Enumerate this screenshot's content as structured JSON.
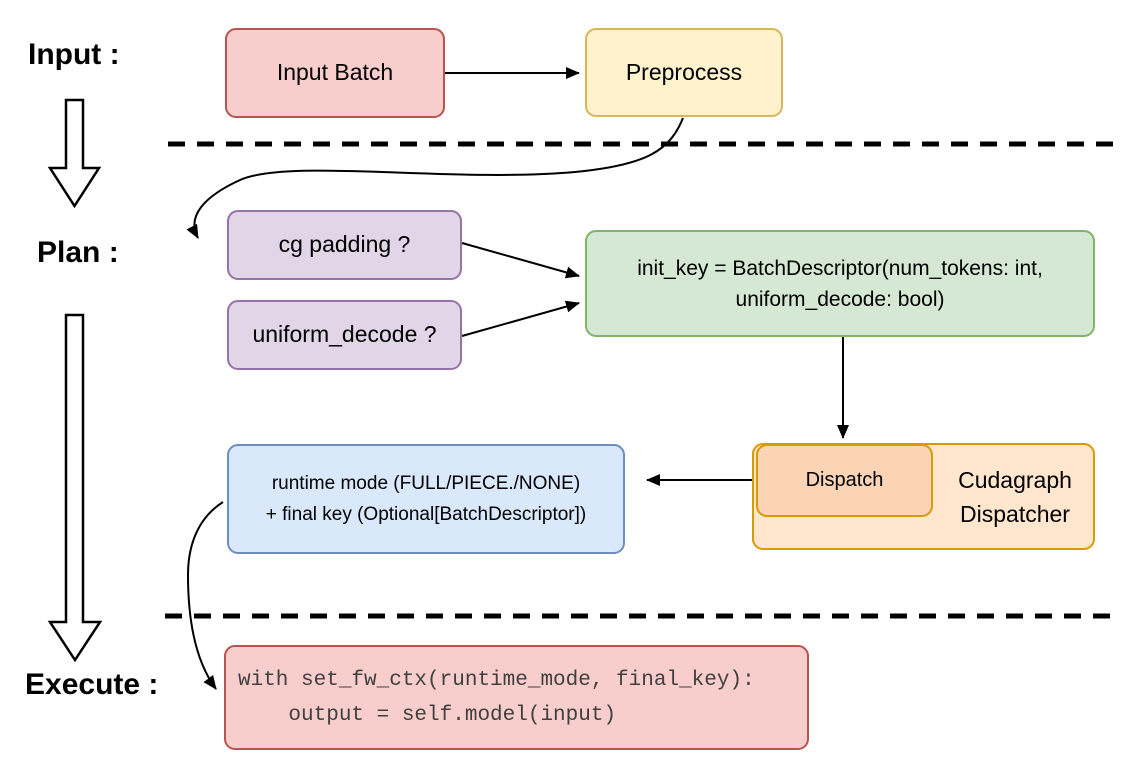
{
  "section_labels": {
    "input": "Input :",
    "plan": "Plan :",
    "execute": "Execute :"
  },
  "nodes": {
    "input_batch": {
      "label": "Input Batch",
      "fill": "#f8cecc",
      "stroke": "#b85450"
    },
    "preprocess": {
      "label": "Preprocess",
      "fill": "#fff2cc",
      "stroke": "#d6b656"
    },
    "cg_padding": {
      "label": "cg padding ?",
      "fill": "#e1d5e7",
      "stroke": "#9673a6"
    },
    "uniform_decode": {
      "label": "uniform_decode ?",
      "fill": "#e1d5e7",
      "stroke": "#9673a6"
    },
    "init_key": {
      "line1": "init_key = BatchDescriptor(num_tokens: int,",
      "line2": "uniform_decode: bool)",
      "fill": "#d5e8d4",
      "stroke": "#82b366"
    },
    "cudagraph_dispatcher": {
      "line1": "Cudagraph",
      "line2": "Dispatcher",
      "fill": "#ffe6cc",
      "stroke": "#d79b00"
    },
    "dispatch": {
      "label": "Dispatch",
      "fill": "#fbd3b5",
      "stroke": "#d79b00"
    },
    "runtime_mode": {
      "line1": "runtime mode (FULL/PIECE./NONE)",
      "line2": "+ final key (Optional[BatchDescriptor])",
      "fill": "#dae8fc",
      "stroke": "#6c8ebf"
    },
    "execute_code": {
      "line1": "with set_fw_ctx(runtime_mode, final_key):",
      "line2": "    output = self.model(input)",
      "fill": "#f8cecc",
      "stroke": "#b85450"
    }
  }
}
